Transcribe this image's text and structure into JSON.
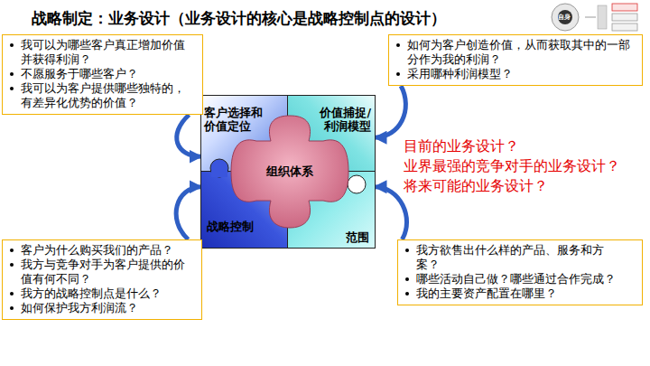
{
  "diagram": {
    "title": "战略制定：业务设计（业务设计的核心是战略控制点的设计）",
    "nodes": [
      {
        "text": [
          "我可以为哪些客户真正增加价值并获得利润？",
          "不愿服务于哪些客户？",
          "我可以为客户提供哪些独特的，有差异化优势的价值？"
        ]
      },
      {
        "text": [
          "如何为客户创造价值，从而获取其中的一部分作为我的利润？",
          "采用哪种利润模型？"
        ]
      },
      {
        "text": [
          "客户选择和价值定位"
        ]
      },
      {
        "text": [
          "价值捕捉/利润模型"
        ]
      },
      {
        "text": [
          "组织体系"
        ]
      },
      {
        "text": [
          "战略控制"
        ]
      },
      {
        "text": [
          "范围"
        ]
      },
      {
        "text": [
          "客户为什么购买我们的产品？",
          "我方与竞争对手为客户提供的价值有何不同？",
          "我方的战略控制点是什么？",
          "如何保护我方利润流？"
        ]
      },
      {
        "text": [
          "我方欲售出什么样的产品、服务和方案？",
          "哪些活动自己做？哪些通过合作完成？",
          "我的主要资产配置在哪里？"
        ]
      }
    ],
    "edges": [
      {
        "from": 0,
        "to": 2,
        "arrow": "to"
      },
      {
        "from": 1,
        "to": 3,
        "arrow": "to"
      },
      {
        "from": 7,
        "to": 5,
        "arrow": "to"
      },
      {
        "from": 8,
        "to": 6,
        "arrow": "to"
      }
    ],
    "labels": [
      "自身",
      "目前的业务设计？",
      "业界最强的竞争对手的业务设计？",
      "将来可能的业务设计？"
    ]
  }
}
